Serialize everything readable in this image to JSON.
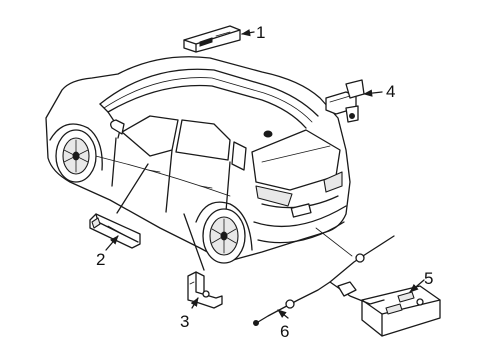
{
  "callouts": [
    {
      "id": "part-1",
      "label": "1"
    },
    {
      "id": "part-2",
      "label": "2"
    },
    {
      "id": "part-3",
      "label": "3"
    },
    {
      "id": "part-4",
      "label": "4"
    },
    {
      "id": "part-5",
      "label": "5"
    },
    {
      "id": "part-6",
      "label": "6"
    }
  ],
  "colors": {
    "line": "#1a1a1a",
    "background": "#ffffff",
    "shade": "#e8e8e8"
  }
}
